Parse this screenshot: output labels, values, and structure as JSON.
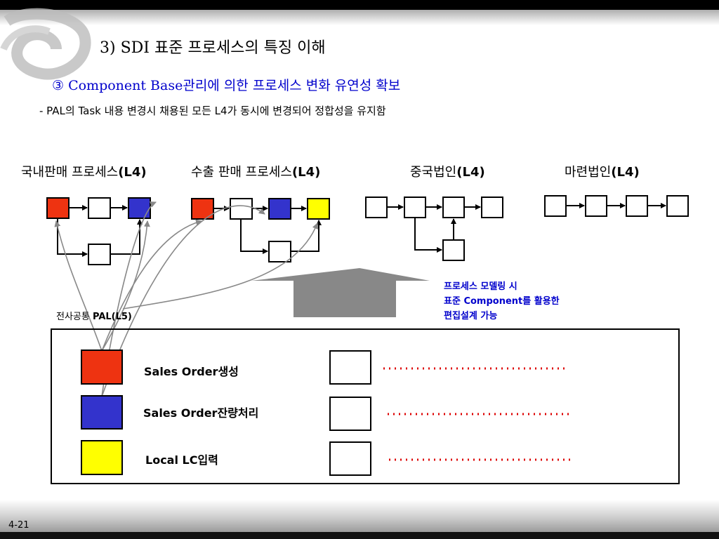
{
  "slide": {
    "title": "3) SDI 표준 프로세스의 특징 이해",
    "subtitle": "③ Component Base관리에 의한 프로세스 변화 유연성 확보",
    "description": "- PAL의 Task 내용 변경시 채용된 모든 L4가 동시에 변경되어 정합성을 유지함",
    "page_number": "4-21"
  },
  "processes": [
    {
      "label_main": "국내판매 프로세스",
      "label_level": "(L4)"
    },
    {
      "label_main": "수출 판매 프로세스",
      "label_level": "(L4)"
    },
    {
      "label_main": "중국법인",
      "label_level": "(L4)"
    },
    {
      "label_main": "마련법인",
      "label_level": "(L4)"
    }
  ],
  "note": {
    "line1": "프로세스 모델링 시",
    "line2_prefix": "표준 ",
    "line2_bold": "Component",
    "line2_suffix": "를 활용한",
    "line3": "편집설계 가능"
  },
  "pal": {
    "label_prefix": "전사공통 ",
    "label_bold": "PAL(L5)"
  },
  "legend": [
    {
      "text": "Sales Order생성",
      "color": "#ee3311"
    },
    {
      "text": "Sales Order잔량처리",
      "color": "#3333cc"
    },
    {
      "text": "Local LC입력",
      "color": "#ffff00"
    }
  ],
  "colors": {
    "red": "#ee3311",
    "blue": "#3333cc",
    "yellow": "#ffff00",
    "arrow_gray": "#888888",
    "dotted_red": "#dd0000",
    "note_blue": "#0000cc"
  }
}
